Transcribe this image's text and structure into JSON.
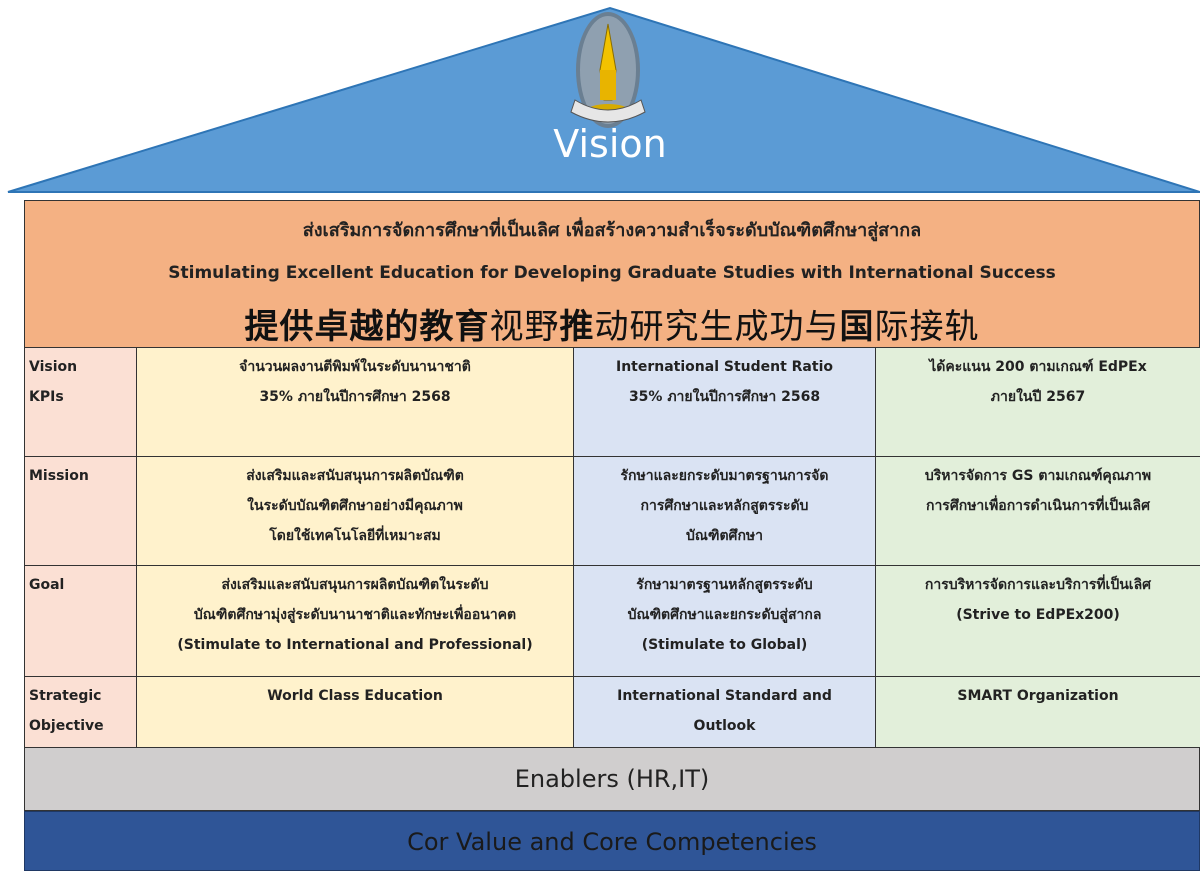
{
  "roof": {
    "title": "Vision",
    "logo_icon": "university-emblem-icon",
    "color": "#5b9bd5"
  },
  "banner": {
    "thai": "ส่งเสริมการจัดการศึกษาที่เป็นเลิศ เพื่อสร้างความสำเร็จระดับบัณฑิตศึกษาสู่สากล",
    "english": "Stimulating Excellent Education for Developing Graduate Studies with International Success",
    "chinese": {
      "part1_bold": "提供卓越的教育",
      "part2": "视野",
      "part3_bold": "推",
      "part4": "动研究生成功与",
      "part5_bold": "国",
      "part6": "际接轨"
    },
    "color": "#f4b183"
  },
  "rows": [
    {
      "label": [
        "Vision",
        "KPIs"
      ],
      "cells": [
        [
          "จำนวนผลงานตีพิมพ์ในระดับนานาชาติ",
          "35% ภายในปีการศึกษา 2568"
        ],
        [
          "International Student Ratio",
          "35% ภายในปีการศึกษา 2568"
        ],
        [
          "ได้คะแนน 200 ตามเกณฑ์ EdPEx",
          "ภายในปี 2567"
        ]
      ]
    },
    {
      "label": [
        "Mission"
      ],
      "cells": [
        [
          "ส่งเสริมและสนับสนุนการผลิตบัณฑิต",
          "ในระดับบัณฑิตศึกษาอย่างมีคุณภาพ",
          "โดยใช้เทคโนโลยีที่เหมาะสม"
        ],
        [
          "รักษาและยกระดับมาตรฐานการจัด",
          "การศึกษาและหลักสูตรระดับ",
          "บัณฑิตศึกษา"
        ],
        [
          "บริหารจัดการ GS ตามเกณฑ์คุณภาพ",
          "การศึกษาเพื่อการดำเนินการที่เป็นเลิศ"
        ]
      ]
    },
    {
      "label": [
        "Goal"
      ],
      "cells": [
        [
          "ส่งเสริมและสนับสนุนการผลิตบัณฑิตในระดับ",
          "บัณฑิตศึกษามุ่งสู่ระดับนานาชาติและทักษะเพื่ออนาคต",
          "(Stimulate to International and Professional)"
        ],
        [
          "รักษามาตรฐานหลักสูตรระดับ",
          "บัณฑิตศึกษาและยกระดับสู่สากล",
          "(Stimulate to Global)"
        ],
        [
          "การบริหารจัดการและบริการที่เป็นเลิศ",
          "(Strive to EdPEx200)"
        ]
      ]
    },
    {
      "label": [
        "Strategic",
        "Objective"
      ],
      "cells": [
        [
          "World  Class Education"
        ],
        [
          "International Standard and",
          "Outlook"
        ],
        [
          "SMART Organization"
        ]
      ]
    }
  ],
  "enablers": {
    "label": "Enablers (HR,IT)",
    "color": "#d0cece"
  },
  "core": {
    "label": "Cor Value and Core Competencies",
    "color": "#2f5597"
  }
}
